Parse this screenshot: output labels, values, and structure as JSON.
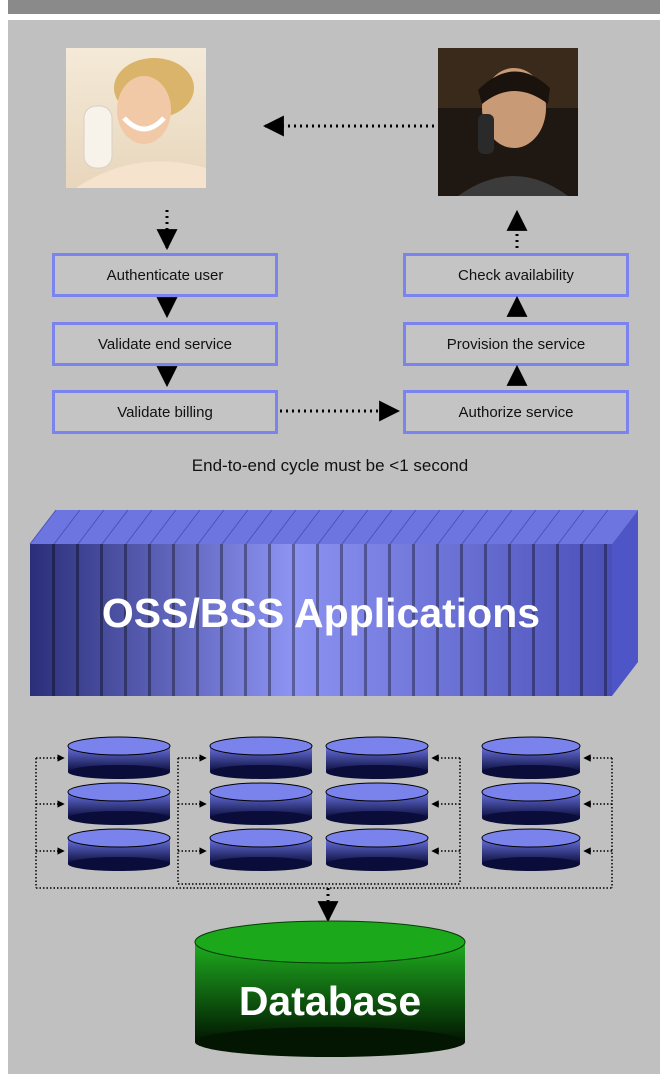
{
  "process": {
    "steps_left": [
      {
        "label": "Authenticate user"
      },
      {
        "label": "Validate end service"
      },
      {
        "label": "Validate billing"
      }
    ],
    "steps_right": [
      {
        "label": "Check availability"
      },
      {
        "label": "Provision the service"
      },
      {
        "label": "Authorize service"
      }
    ],
    "caption": "End-to-end cycle must be <1 second"
  },
  "apps": {
    "label": "OSS/BSS Applications"
  },
  "database": {
    "label": "Database"
  },
  "colors": {
    "panel": "#c0c0c0",
    "step_border": "#7b84ee",
    "block": "#6f78e3",
    "db_green": "#16a216"
  },
  "images": {
    "woman": "woman-on-phone-photo",
    "man": "man-on-phone-photo"
  }
}
